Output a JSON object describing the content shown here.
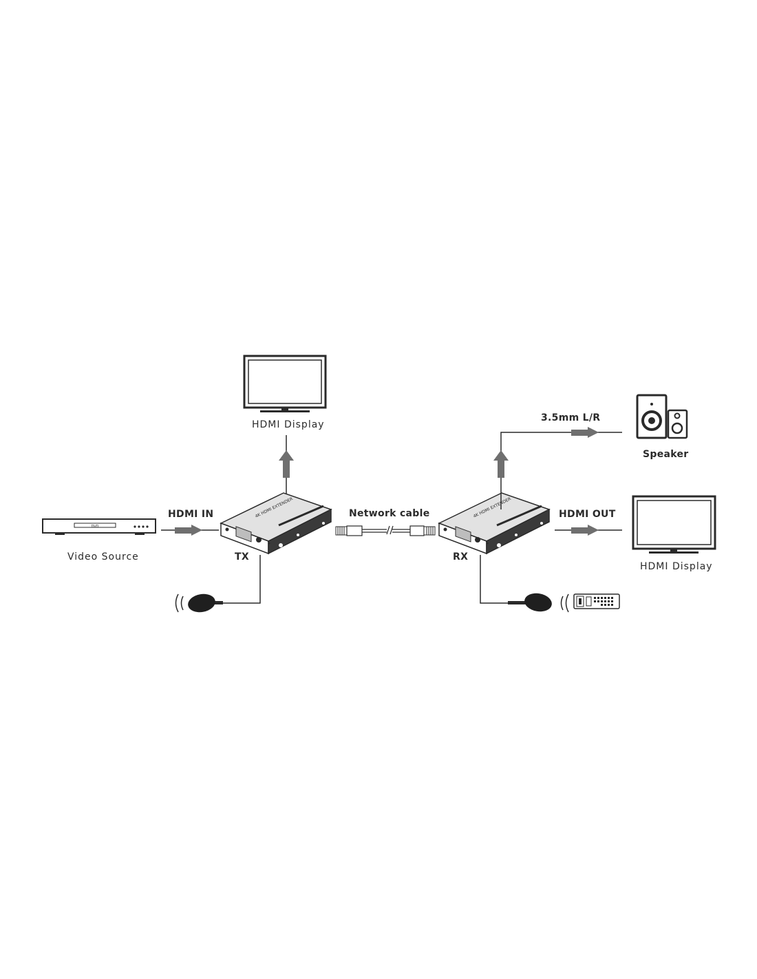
{
  "labels": {
    "hdmi_display_top": "HDMI Display",
    "hdmi_in": "HDMI IN",
    "video_source": "Video Source",
    "tx": "TX",
    "network_cable": "Network cable",
    "rx": "RX",
    "audio_out": "3.5mm L/R",
    "speaker": "Speaker",
    "hdmi_out": "HDMI OUT",
    "hdmi_display_right": "HDMI Display"
  },
  "device_text": {
    "tx_top": "4K HDMI EXTENDER",
    "rx_top": "4K HDMI EXTENDER",
    "dvd": "DVD"
  },
  "colors": {
    "stroke": "#2a2a2a",
    "arrow": "#6f6f6f",
    "device_top": "#d9d9d9",
    "device_side": "#3a3a3a"
  }
}
